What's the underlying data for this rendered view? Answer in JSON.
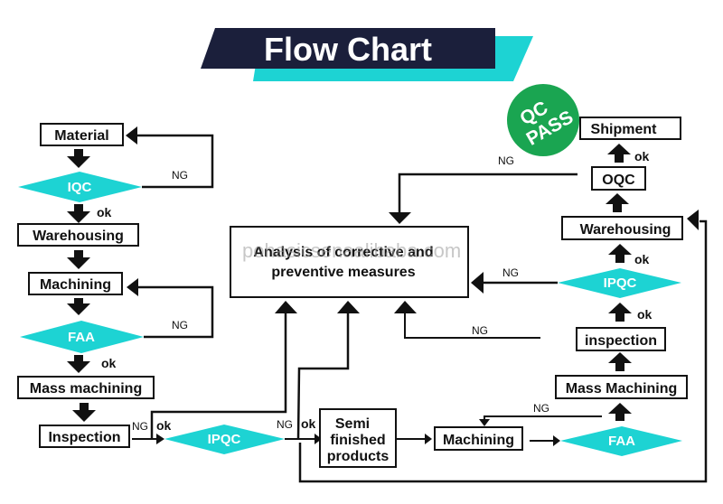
{
  "title": "Flow Chart",
  "colors": {
    "banner_dark": "#1b1f3b",
    "banner_accent": "#1dd3d3",
    "decision": "#1dd3d3",
    "stamp": "#1aa551",
    "ink": "#111111"
  },
  "watermark": "pohasicsenaalibaba.com",
  "stamp": {
    "line1": "QC",
    "line2": "PASS"
  },
  "left_column": {
    "material": "Material",
    "iqc": "IQC",
    "warehousing": "Warehousing",
    "machining": "Machining",
    "faa": "FAA",
    "mass_machining": "Mass machining",
    "inspection": "Inspection"
  },
  "center": {
    "analysis_line1": "Analysis of corrective and",
    "analysis_line2": "preventive measures",
    "ipqc": "IPQC",
    "semi_line1": "Semi",
    "semi_line2": "finished",
    "semi_line3": "products",
    "machining": "Machining"
  },
  "right_column": {
    "shipment": "Shipment",
    "oqc": "OQC",
    "warehousing": "Warehousing",
    "ipqc": "IPQC",
    "inspection": "inspection",
    "mass_machining": "Mass Machining",
    "faa": "FAA"
  },
  "labels": {
    "ng": "NG",
    "ok": "ok"
  }
}
